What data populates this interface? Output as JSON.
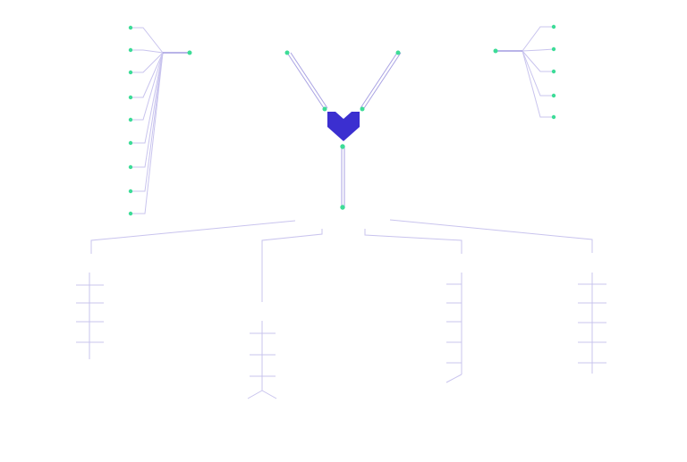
{
  "colors": {
    "background": "#ffffff",
    "node": "#3ddc97",
    "line": "#c9c4ee",
    "line_strong": "#8f86d9",
    "logo": "#3b2fd0"
  },
  "icons": {
    "logo": "heart-chevron-logo-icon"
  },
  "nodes": [
    "left-hub",
    "left-leaf-1",
    "left-leaf-2",
    "left-leaf-3",
    "left-leaf-4",
    "left-leaf-5",
    "left-leaf-6",
    "left-leaf-7",
    "left-leaf-8",
    "left-leaf-9",
    "center-top-left",
    "center-top-right",
    "center-left-port",
    "center-right-port",
    "center-bottom-port",
    "center-bottom-end",
    "right-hub",
    "right-leaf-1",
    "right-leaf-2",
    "right-leaf-3",
    "right-leaf-4",
    "right-leaf-5"
  ]
}
